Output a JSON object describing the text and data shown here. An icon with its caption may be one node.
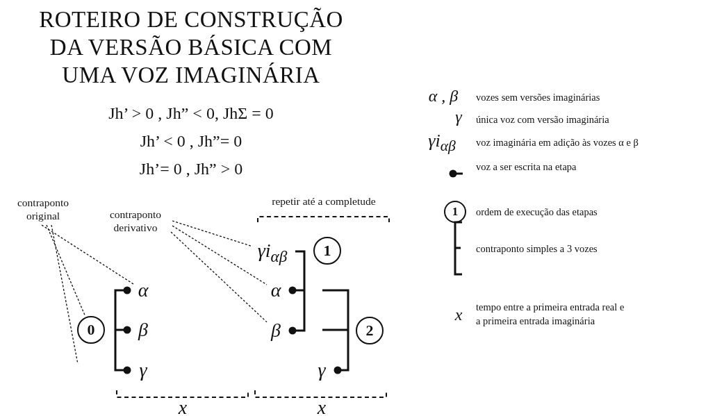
{
  "diagram": {
    "title": "ROTEIRO DE CONSTRUÇÃO DA VERSÃO BÁSICA COM UMA VOZ IMAGINÁRIA",
    "nodes": [
      {
        "text": [
          "contraponto original"
        ]
      },
      {
        "text": [
          "contraponto derivativo"
        ]
      },
      {
        "text": [
          "0"
        ]
      },
      {
        "text": [
          "α"
        ]
      },
      {
        "text": [
          "β"
        ]
      },
      {
        "text": [
          "γ"
        ]
      },
      {
        "text": [
          "γi$_{αβ}$"
        ]
      },
      {
        "text": [
          "α"
        ]
      },
      {
        "text": [
          "β"
        ]
      },
      {
        "text": [
          "1"
        ]
      },
      {
        "text": [
          "γ"
        ]
      },
      {
        "text": [
          "2"
        ]
      }
    ],
    "edges": [
      {
        "from": 0,
        "to": 3,
        "arrow": "none",
        "style": "dashed"
      },
      {
        "from": 0,
        "to": 2,
        "arrow": "none",
        "style": "dashed"
      },
      {
        "from": 0,
        "to": null,
        "arrow": "none",
        "style": "dashed"
      },
      {
        "from": 1,
        "to": 6,
        "arrow": "none",
        "style": "dashed"
      },
      {
        "from": 1,
        "to": 7,
        "arrow": "none",
        "style": "dashed"
      },
      {
        "from": 1,
        "to": 8,
        "arrow": "none",
        "style": "dashed"
      }
    ],
    "labels": [
      "Jh’ > 0 , Jh” < 0, JhΣ = 0",
      "Jh’ < 0 , Jh”= 0",
      "Jh’= 0 , Jh” > 0",
      "repetir até a completude",
      "x",
      "x",
      "α , β",
      "γ",
      "γi$_{αβ}$",
      "1",
      "x"
    ],
    "legend": [
      {
        "text": "vozes sem versões imaginárias"
      },
      {
        "text": "única voz com versão imaginária"
      },
      {
        "text": "voz imaginária em adição às vozes α e β"
      },
      {
        "text": "voz a ser escrita na etapa"
      },
      {
        "text": "ordem de execução das etapas"
      },
      {
        "text": "contraponto simples a 3 vozes"
      },
      {
        "text": "tempo entre a primeira entrada real e a primeira entrada imaginária"
      }
    ]
  }
}
